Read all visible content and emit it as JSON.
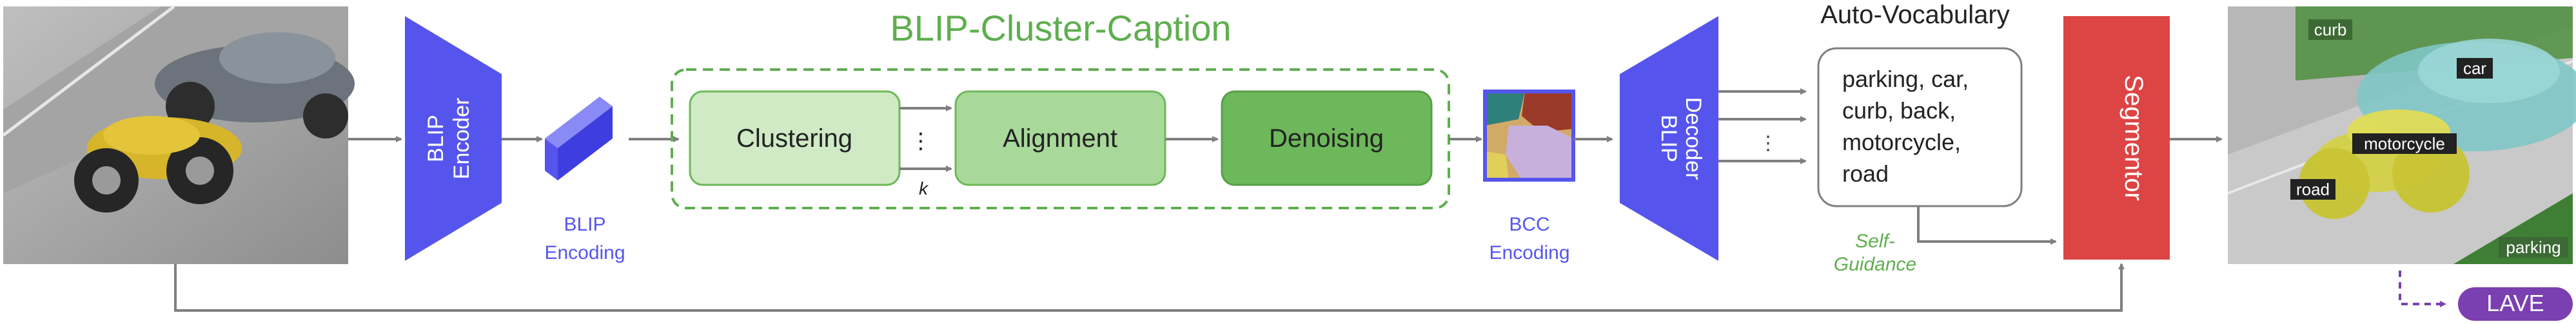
{
  "encoder": {
    "line1": "BLIP",
    "line2": "Encoder"
  },
  "blip_encoding": {
    "line1": "BLIP",
    "line2": "Encoding"
  },
  "bcc_title": "BLIP-Cluster-Caption",
  "clustering": "Clustering",
  "alignment": "Alignment",
  "denoising": "Denoising",
  "dots": "⋮",
  "k_label": "k",
  "bcc_encoding": {
    "line1": "BCC",
    "line2": "Encoding"
  },
  "decoder": {
    "line1": "BLIP",
    "line2": "Decoder"
  },
  "auto_vocab": {
    "title": "Auto-Vocabulary",
    "lines": [
      "parking, car,",
      "curb, back,",
      "motorcycle,",
      "road"
    ]
  },
  "self_guidance": {
    "line1": "Self-",
    "line2": "Guidance"
  },
  "segmentor": "Segmentor",
  "seg_labels": {
    "curb": "curb",
    "car": "car",
    "motorcycle": "motorcycle",
    "road": "road",
    "parking": "parking"
  },
  "lave": "LAVE",
  "colors": {
    "blip_blue": "#5555ee",
    "bcc_green": "#5fae4f",
    "node_light": "#cfeac4",
    "node_mid": "#a8d89a",
    "node_dark": "#6cb85a",
    "segmentor_red": "#dd4444",
    "lave_purple": "#7a3fb0",
    "arrow_gray": "#7f7f7f"
  }
}
